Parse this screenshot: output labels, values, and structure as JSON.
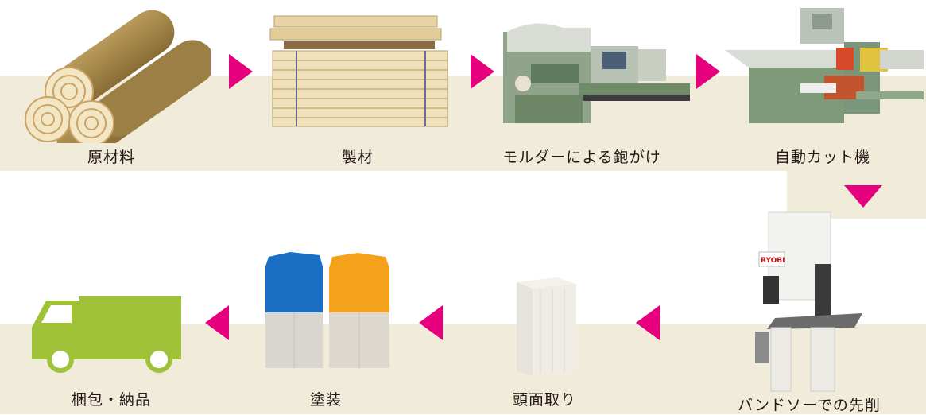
{
  "colors": {
    "band": "#f1ebd9",
    "arrow": "#e6007e",
    "truck": "#a0c238"
  },
  "steps": [
    {
      "label": "原材料",
      "icon": "logs-icon"
    },
    {
      "label": "製材",
      "icon": "lumber-stack-icon"
    },
    {
      "label": "モルダーによる鉋がけ",
      "icon": "moulder-machine-icon"
    },
    {
      "label": "自動カット機",
      "icon": "auto-cut-machine-icon"
    },
    {
      "label": "バンドソーでの先削",
      "icon": "bandsaw-icon"
    },
    {
      "label": "頭面取り",
      "icon": "chamfered-post-icon"
    },
    {
      "label": "塗装",
      "icon": "painted-posts-icon"
    },
    {
      "label": "梱包・納品",
      "icon": "truck-icon"
    }
  ],
  "machine_text": {
    "bandsaw_brand": "RYOBI"
  }
}
